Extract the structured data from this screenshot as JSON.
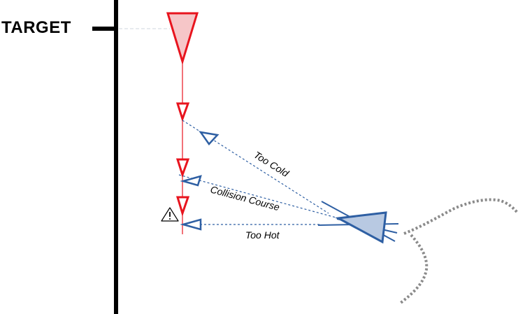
{
  "target_label": "TARGET",
  "labels": {
    "too_cold": "Too Cold",
    "collision_course": "Collision Course",
    "too_hot": "Too Hot"
  },
  "warning_icon": "warning-triangle-icon",
  "colors": {
    "target": "#e8141e",
    "target_fill": "#f6c6c8",
    "interceptor": "#2e5fa3",
    "interceptor_fill": "#b8c9e2",
    "track": "#8a8a8a",
    "axis": "#000000"
  }
}
